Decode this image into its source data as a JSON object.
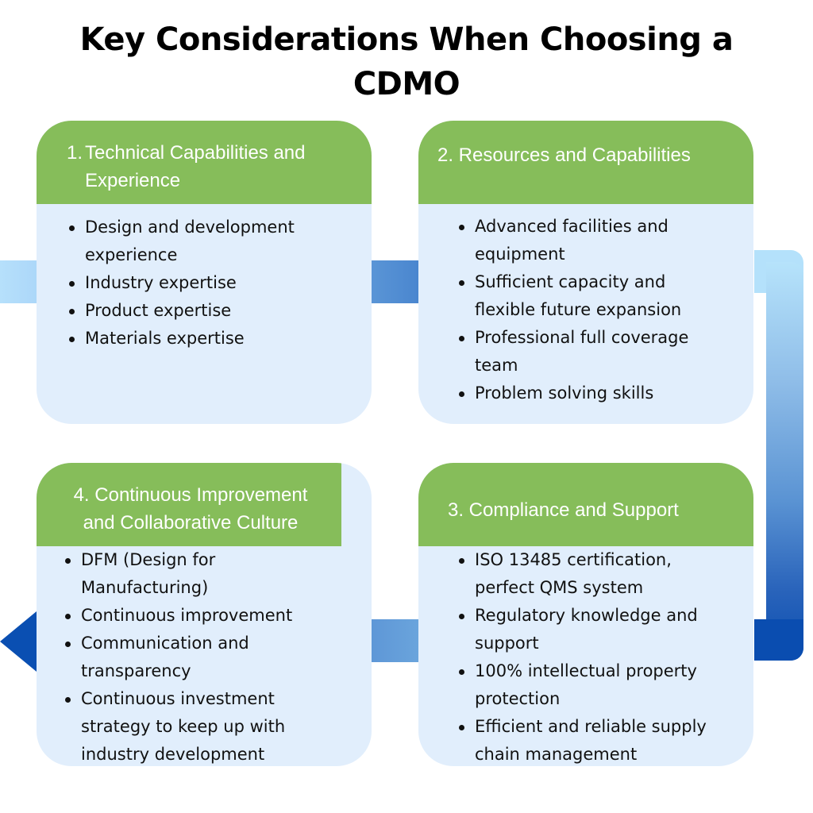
{
  "title": {
    "line1": "Key Considerations When Choosing a",
    "line2": "CDMO"
  },
  "colors": {
    "header_green": "#86bd5a",
    "card_body": "#e1eefc",
    "connector_light": "#b6e3fb",
    "connector_dark": "#0a4db0"
  },
  "cards": [
    {
      "number": "1.",
      "title_line1": "Technical Capabilities and",
      "title_line2": "Experience",
      "items": [
        "Design and development experience",
        "Industry expertise",
        "Product expertise",
        "Materials expertise"
      ]
    },
    {
      "title": "2. Resources and Capabilities",
      "items": [
        "Advanced facilities and equipment",
        "Sufficient capacity and flexible future expansion",
        "Professional full coverage team",
        "Problem solving skills"
      ]
    },
    {
      "title": "3. Compliance and Support",
      "items": [
        "ISO 13485 certification, perfect QMS system",
        "Regulatory knowledge and support",
        "100% intellectual property protection",
        "Efficient and reliable supply chain management"
      ]
    },
    {
      "title_line1": "4. Continuous Improvement",
      "title_line2": "and Collaborative Culture",
      "items": [
        "DFM (Design for Manufacturing)",
        "Continuous improvement",
        "Communication and transparency",
        "Continuous investment strategy to keep up with industry development"
      ]
    }
  ],
  "flow": {
    "direction": "clockwise",
    "arrow_icon": "left-arrow-icon"
  }
}
